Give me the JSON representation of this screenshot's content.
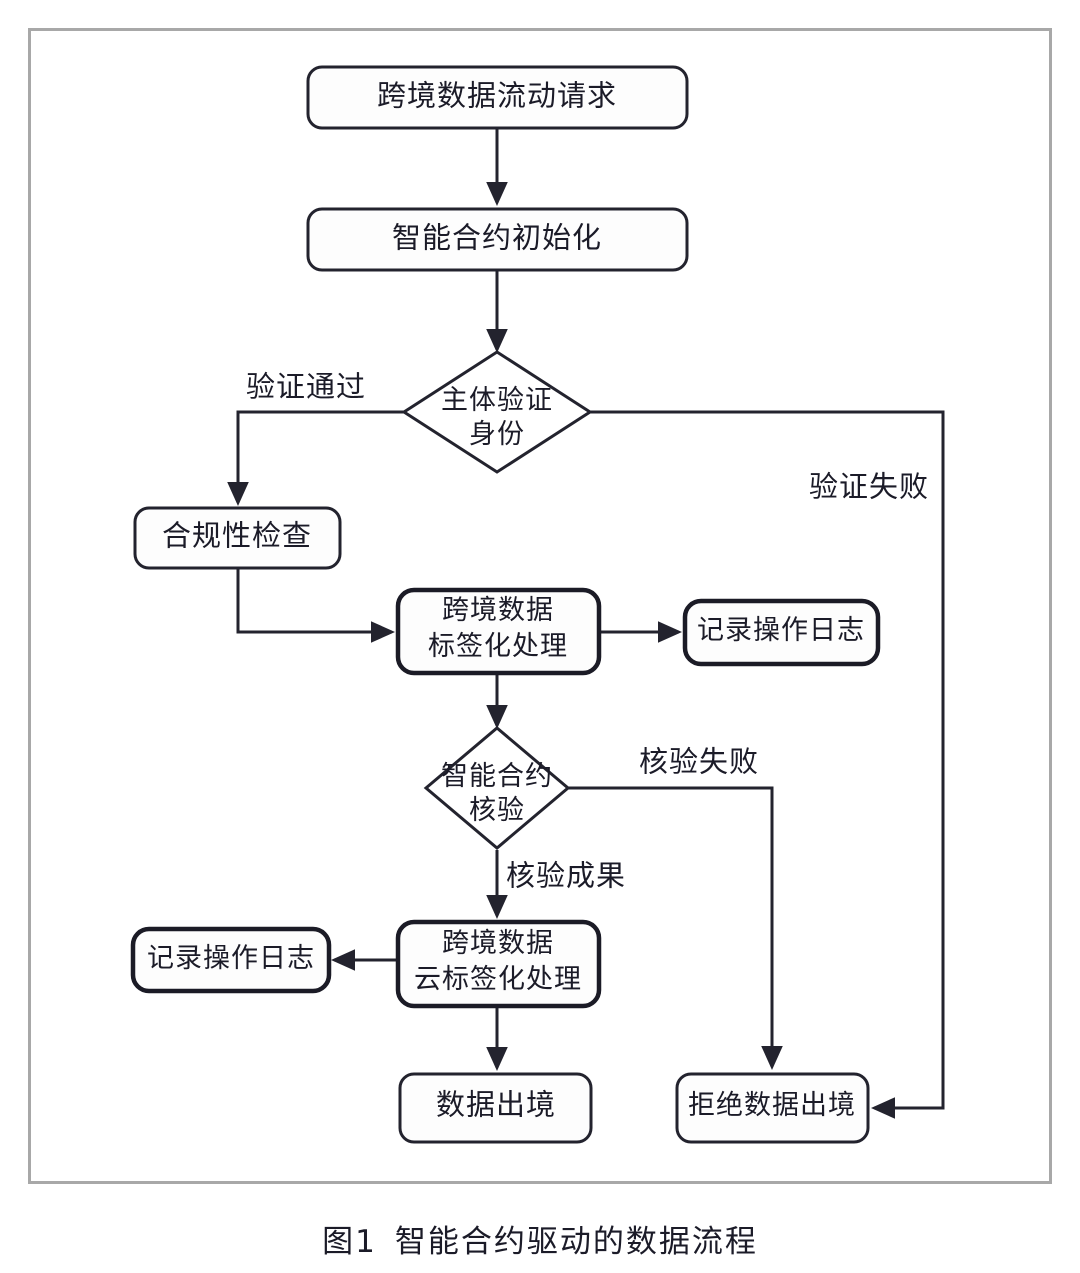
{
  "figure": {
    "caption_index": "图1",
    "caption_text": "智能合约驱动的数据流程"
  },
  "diagram": {
    "type": "flowchart",
    "orientation": "top-to-bottom",
    "nodes": [
      {
        "id": "request",
        "shape": "rounded-rect",
        "label": "跨境数据流动请求",
        "lines": [
          "跨境数据流动请求"
        ]
      },
      {
        "id": "contract-init",
        "shape": "rounded-rect",
        "label": "智能合约初始化",
        "lines": [
          "智能合约初始化"
        ]
      },
      {
        "id": "identity-check",
        "shape": "diamond",
        "label": "主体验证身份",
        "lines": [
          "主体验证",
          "身份"
        ]
      },
      {
        "id": "compliance",
        "shape": "rounded-rect",
        "label": "合规性检查",
        "lines": [
          "合规性检查"
        ]
      },
      {
        "id": "tagging",
        "shape": "rounded-rect-thick",
        "label": "跨境数据标签化处理",
        "lines": [
          "跨境数据",
          "标签化处理"
        ]
      },
      {
        "id": "log-1",
        "shape": "rounded-rect-thick",
        "label": "记录操作日志",
        "lines": [
          "记录操作日志"
        ]
      },
      {
        "id": "contract-verify",
        "shape": "diamond",
        "label": "智能合约核验",
        "lines": [
          "智能合约",
          "核验"
        ]
      },
      {
        "id": "cloud-tagging",
        "shape": "rounded-rect-thick",
        "label": "跨境数据云标签化处理",
        "lines": [
          "跨境数据",
          "云标签化处理"
        ]
      },
      {
        "id": "log-2",
        "shape": "rounded-rect-thick",
        "label": "记录操作日志",
        "lines": [
          "记录操作日志"
        ]
      },
      {
        "id": "data-export",
        "shape": "rounded-rect",
        "label": "数据出境",
        "lines": [
          "数据出境"
        ]
      },
      {
        "id": "reject-export",
        "shape": "rounded-rect",
        "label": "拒绝数据出境",
        "lines": [
          "拒绝数据出境"
        ]
      }
    ],
    "edges": [
      {
        "from": "request",
        "to": "contract-init",
        "label": ""
      },
      {
        "from": "contract-init",
        "to": "identity-check",
        "label": ""
      },
      {
        "from": "identity-check",
        "to": "compliance",
        "label": "验证通过"
      },
      {
        "from": "identity-check",
        "to": "reject-export",
        "label": "验证失败"
      },
      {
        "from": "compliance",
        "to": "tagging",
        "label": ""
      },
      {
        "from": "tagging",
        "to": "log-1",
        "label": ""
      },
      {
        "from": "tagging",
        "to": "contract-verify",
        "label": ""
      },
      {
        "from": "contract-verify",
        "to": "reject-export",
        "label": "核验失败"
      },
      {
        "from": "contract-verify",
        "to": "cloud-tagging",
        "label": "核验成果"
      },
      {
        "from": "cloud-tagging",
        "to": "log-2",
        "label": ""
      },
      {
        "from": "cloud-tagging",
        "to": "data-export",
        "label": ""
      }
    ],
    "edge_labels": {
      "verify_pass": "验证通过",
      "verify_fail": "验证失败",
      "check_fail": "核验失败",
      "check_success": "核验成果"
    },
    "colors": {
      "stroke": "#23232e",
      "fill": "#fdfdfd",
      "frame": "#a8a8a8",
      "text": "#1b1b28"
    }
  }
}
